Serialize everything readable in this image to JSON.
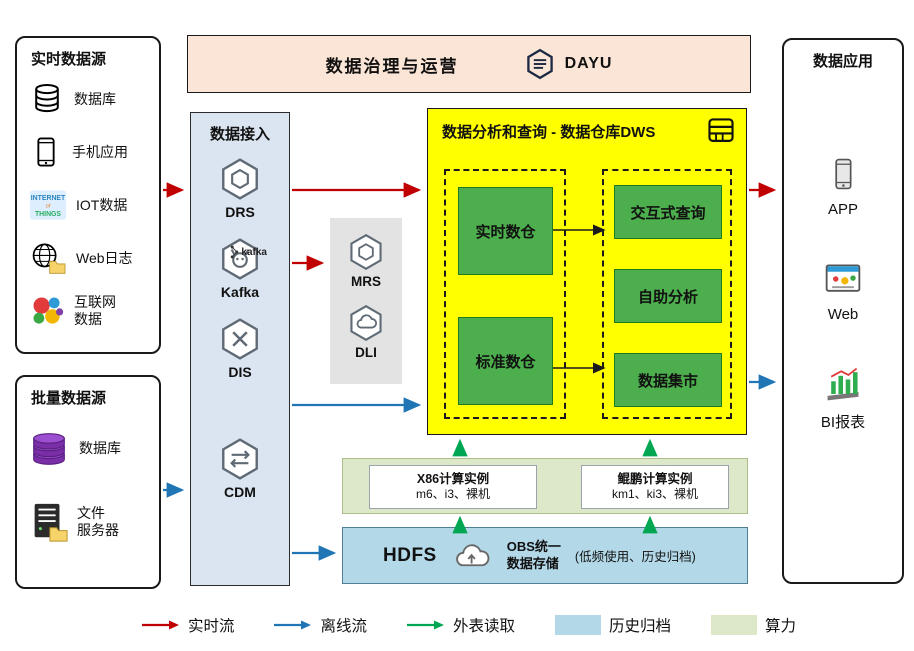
{
  "banner": {
    "title": "数据治理与运营",
    "logo": "DAYU"
  },
  "realtime_sources": {
    "title": "实时数据源",
    "items": [
      {
        "label": "数据库",
        "icon": "database-icon"
      },
      {
        "label": "手机应用",
        "icon": "mobile-phone-icon"
      },
      {
        "label": "IOT数据",
        "icon": "iot-icon"
      },
      {
        "label": "Web日志",
        "icon": "web-log-icon"
      },
      {
        "label": "互联网\n数据",
        "icon": "internet-data-icon"
      }
    ]
  },
  "batch_sources": {
    "title": "批量数据源",
    "items": [
      {
        "label": "数据库",
        "icon": "database-stack-icon"
      },
      {
        "label": "文件\n服务器",
        "icon": "file-server-icon"
      }
    ]
  },
  "ingestion": {
    "title": "数据接入",
    "services": [
      {
        "label": "DRS"
      },
      {
        "label": "Kafka",
        "badge": "kafka"
      },
      {
        "label": "DIS"
      },
      {
        "label": "CDM"
      }
    ]
  },
  "processing": {
    "services": [
      {
        "label": "MRS"
      },
      {
        "label": "DLI"
      }
    ]
  },
  "dws": {
    "title": "数据分析和查询 - 数据仓库DWS",
    "warehouses": [
      {
        "label": "实时数仓"
      },
      {
        "label": "标准数仓"
      }
    ],
    "services": [
      {
        "label": "交互式查询"
      },
      {
        "label": "自助分析"
      },
      {
        "label": "数据集市"
      }
    ]
  },
  "compute": {
    "instances": [
      {
        "title": "X86计算实例",
        "spec": "m6、i3、裸机"
      },
      {
        "title": "鲲鹏计算实例",
        "spec": "km1、ki3、裸机"
      }
    ]
  },
  "storage": {
    "hdfs": "HDFS",
    "obs_title": "OBS统一\n数据存储",
    "obs_note": "(低频使用、历史归档)"
  },
  "applications": {
    "title": "数据应用",
    "items": [
      {
        "label": "APP",
        "icon": "app-phone-icon"
      },
      {
        "label": "Web",
        "icon": "web-browser-icon"
      },
      {
        "label": "BI报表",
        "icon": "bi-report-icon"
      }
    ]
  },
  "legend": {
    "items": [
      {
        "label": "实时流",
        "type": "arrow",
        "color": "#c00000"
      },
      {
        "label": "离线流",
        "type": "arrow",
        "color": "#2076b4"
      },
      {
        "label": "外表读取",
        "type": "arrow",
        "color": "#00a651"
      },
      {
        "label": "历史归档",
        "type": "swatch",
        "color": "#b3d8e8"
      },
      {
        "label": "算力",
        "type": "swatch",
        "color": "#dde8c9"
      }
    ]
  },
  "icon_words": {
    "iot_line1": "INTERNET",
    "iot_line2": "of",
    "iot_line3": "THINGS"
  },
  "colors": {
    "realtime_flow": "#c00000",
    "offline_flow": "#2076b4",
    "external_read": "#00a651",
    "archive_bg": "#b3d8e8",
    "compute_bg": "#dde8c9",
    "dws_bg": "#ffff00",
    "warehouse_green": "#4cae4c",
    "ingestion_bg": "#dbe5f1",
    "banner_bg": "#fbe5d6"
  }
}
